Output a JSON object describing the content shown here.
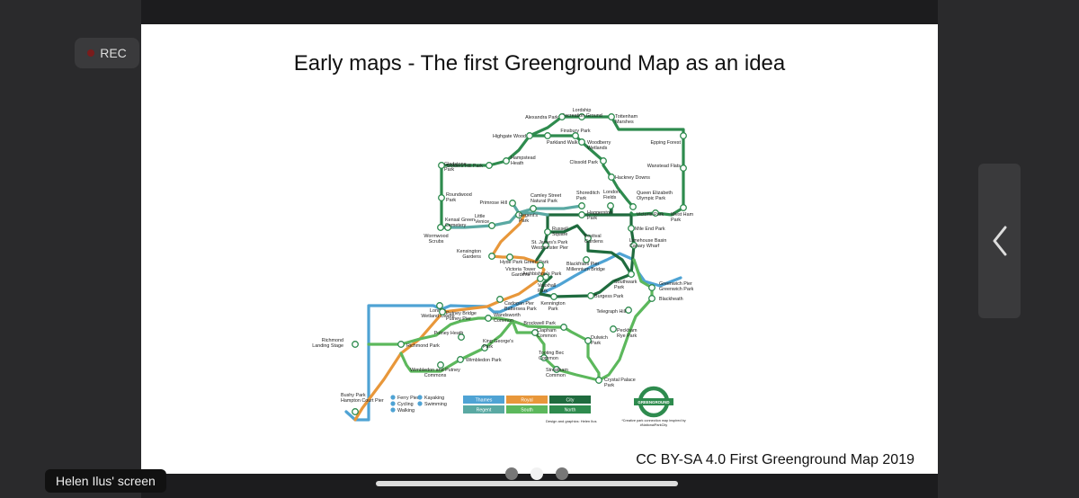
{
  "recording": {
    "label": "REC"
  },
  "slide": {
    "title": "Early maps - The first Greenground Map as an idea",
    "license": "CC BY-SA 4.0 First Greenground Map 2019"
  },
  "screen_share": {
    "label": "Helen Ilus' screen"
  },
  "map": {
    "colors": {
      "thames": "#4fa3d4",
      "royal": "#e8973a",
      "city": "#1f6b3e",
      "regent": "#5aa9a3",
      "south": "#5cb85c",
      "north": "#2e8b4e"
    },
    "stations": [
      {
        "id": "lordship",
        "label": [
          "Lordship",
          "Recreation Ground"
        ]
      },
      {
        "id": "alexandra",
        "label": [
          "Alexandra Park"
        ]
      },
      {
        "id": "tottenham",
        "label": [
          "Tottenham",
          "Marshes"
        ]
      },
      {
        "id": "highgate",
        "label": [
          "Highgate Wood"
        ]
      },
      {
        "id": "finsbury",
        "label": [
          "Finsbury Park"
        ]
      },
      {
        "id": "parkland",
        "label": [
          "Parkland Walk"
        ]
      },
      {
        "id": "woodberry",
        "label": [
          "Woodberry",
          "Wetlands"
        ]
      },
      {
        "id": "epping",
        "label": [
          "Epping Forest"
        ]
      },
      {
        "id": "hampstead",
        "label": [
          "Hampstead",
          "Heath"
        ]
      },
      {
        "id": "clissold",
        "label": [
          "Clissold Park"
        ]
      },
      {
        "id": "gladstone",
        "label": [
          "Gladstone",
          "Park"
        ]
      },
      {
        "id": "goldershill",
        "label": [
          "Golders Hill Park"
        ]
      },
      {
        "id": "wanstead",
        "label": [
          "Wanstead Flats"
        ]
      },
      {
        "id": "hackney",
        "label": [
          "Hackney Downs"
        ]
      },
      {
        "id": "roundwood",
        "label": [
          "Roundwood",
          "Park"
        ]
      },
      {
        "id": "primrose",
        "label": [
          "Primrose Hill"
        ]
      },
      {
        "id": "camley",
        "label": [
          "Camley Street",
          "Natural Park"
        ]
      },
      {
        "id": "shoreditch",
        "label": [
          "Shoreditch",
          "Park"
        ]
      },
      {
        "id": "londonfields",
        "label": [
          "London",
          "Fields"
        ]
      },
      {
        "id": "qeop",
        "label": [
          "Queen Elizabeth",
          "Olympic Park"
        ]
      },
      {
        "id": "kensalgreen",
        "label": [
          "Kensal Green",
          "Cemetery"
        ]
      },
      {
        "id": "littlevenice",
        "label": [
          "Little",
          "Venice"
        ]
      },
      {
        "id": "regents",
        "label": [
          "Regent's",
          "Park"
        ]
      },
      {
        "id": "haggerston",
        "label": [
          "Haggerston",
          "Park"
        ]
      },
      {
        "id": "victoriapark",
        "label": [
          "Victoria Park"
        ]
      },
      {
        "id": "westham",
        "label": [
          "West Ham",
          "Park"
        ]
      },
      {
        "id": "wormwood",
        "label": [
          "Wormwood",
          "Scrubs"
        ]
      },
      {
        "id": "russell",
        "label": [
          "Russell",
          "Square"
        ]
      },
      {
        "id": "mileend",
        "label": [
          "Mile End Park"
        ]
      },
      {
        "id": "festival",
        "label": [
          "Festival",
          "Gardens"
        ]
      },
      {
        "id": "kensington",
        "label": [
          "Kensington",
          "Gardens"
        ]
      },
      {
        "id": "stjames",
        "label": [
          "St. James's Park",
          "Westminster Pier"
        ]
      },
      {
        "id": "limehouse",
        "label": [
          "Limehouse Basin",
          "Canary Wharf"
        ]
      },
      {
        "id": "hydepark",
        "label": [
          "Hyde Park Green Park"
        ]
      },
      {
        "id": "blackfriars",
        "label": [
          "Blackfriars Pier",
          "Millennium Bridge"
        ]
      },
      {
        "id": "victoriatower",
        "label": [
          "Victoria Tower",
          "Gardens"
        ]
      },
      {
        "id": "archbishops",
        "label": [
          "Archbishop's Park"
        ]
      },
      {
        "id": "southwark",
        "label": [
          "Southwark",
          "Park"
        ]
      },
      {
        "id": "greenwich",
        "label": [
          "Greenwich Pier",
          "Greenwich Park"
        ]
      },
      {
        "id": "vauxhall",
        "label": [
          "Vauxhall",
          "Park"
        ]
      },
      {
        "id": "burgess",
        "label": [
          "Burgess Park"
        ]
      },
      {
        "id": "blackheath",
        "label": [
          "Blackheath"
        ]
      },
      {
        "id": "cadogan",
        "label": [
          "Cadogan Pier",
          "Battersea Park"
        ]
      },
      {
        "id": "kennington",
        "label": [
          "Kennington",
          "Park"
        ]
      },
      {
        "id": "londonwetland",
        "label": [
          "London",
          "Wetland Centre"
        ]
      },
      {
        "id": "putneybridge",
        "label": [
          "Putney Bridge",
          "Putney Pier"
        ]
      },
      {
        "id": "telegraph",
        "label": [
          "Telegraph Hill"
        ]
      },
      {
        "id": "wandsworth",
        "label": [
          "Wandsworth",
          "Common"
        ]
      },
      {
        "id": "brockwell",
        "label": [
          "Brockwell Park"
        ]
      },
      {
        "id": "peckham",
        "label": [
          "Peckham",
          "Rye Park"
        ]
      },
      {
        "id": "richmondls",
        "label": [
          "Richmond",
          "Landing Stage"
        ]
      },
      {
        "id": "putneyheath",
        "label": [
          "Putney Heath"
        ]
      },
      {
        "id": "clapham",
        "label": [
          "Clapham",
          "Common"
        ]
      },
      {
        "id": "dulwich",
        "label": [
          "Dulwich",
          "Park"
        ]
      },
      {
        "id": "richmondpark",
        "label": [
          "Richmond Park"
        ]
      },
      {
        "id": "kinggeorges",
        "label": [
          "King George's",
          "Park"
        ]
      },
      {
        "id": "wimbledonpark",
        "label": [
          "Wimbledon Park"
        ]
      },
      {
        "id": "tootingbec",
        "label": [
          "Tooting Bec",
          "Common"
        ]
      },
      {
        "id": "wimbledonputney",
        "label": [
          "Wimbledon and Putney",
          "Commons"
        ]
      },
      {
        "id": "streatham",
        "label": [
          "Streatham",
          "Common"
        ]
      },
      {
        "id": "crystalpalace",
        "label": [
          "Crystal Palace",
          "Park"
        ]
      },
      {
        "id": "bushypark",
        "label": [
          "Bushy Park",
          "Hampton Court Pier"
        ]
      }
    ],
    "legend": {
      "icons": [
        "Ferry Pier",
        "Cycling",
        "Walking",
        "Kayaking",
        "Swimming"
      ],
      "lines": [
        {
          "name": "Thames",
          "color": "#4fa3d4"
        },
        {
          "name": "Royal",
          "color": "#e8973a"
        },
        {
          "name": "City",
          "color": "#1f6b3e"
        },
        {
          "name": "Regent",
          "color": "#5aa9a3"
        },
        {
          "name": "South",
          "color": "#5cb85c"
        },
        {
          "name": "North",
          "color": "#2e8b4e"
        }
      ],
      "credit": "Design and graphics: Helen Ilus",
      "logo_text": "GREENGROUND",
      "footnote": [
        "*Creative park connection map inspired by",
        "#NationalParkCity"
      ]
    }
  }
}
